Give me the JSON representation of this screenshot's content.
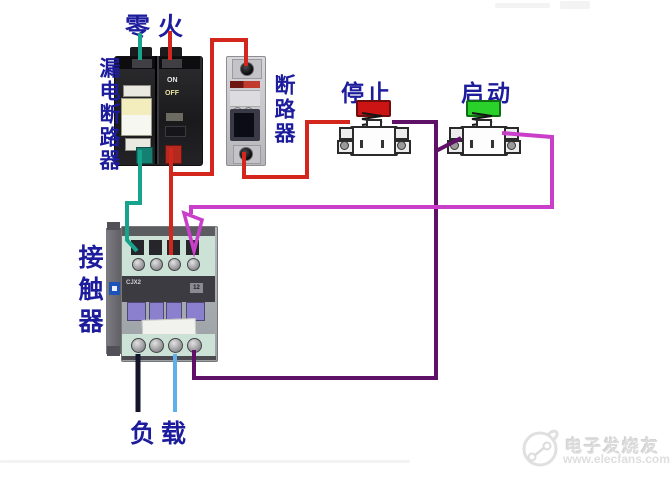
{
  "diagram": {
    "labels": {
      "neutral": "零",
      "live": "火",
      "leakage_breaker": "漏电断路器",
      "breaker": "断路器",
      "stop": "停止",
      "start": "启动",
      "contactor": "接触器",
      "load": "负载"
    },
    "component_texts": {
      "leakage_on": "ON",
      "leakage_off": "OFF",
      "contactor_model": "CJX2",
      "contactor_aux": "12"
    },
    "colors": {
      "label_text": "#1c1c9c",
      "wire_neutral": "#17a38c",
      "wire_live": "#d3261c",
      "wire_control_purple": "#5f1168",
      "wire_control_magenta": "#c93fc9",
      "wire_load_black": "#14142a",
      "wire_load_blue": "#5fb0ea",
      "stop_cap": "#cc1414",
      "start_cap": "#2bd12b"
    },
    "watermark": {
      "name": "电子发烧友",
      "url": "www.elecfans.com"
    }
  }
}
